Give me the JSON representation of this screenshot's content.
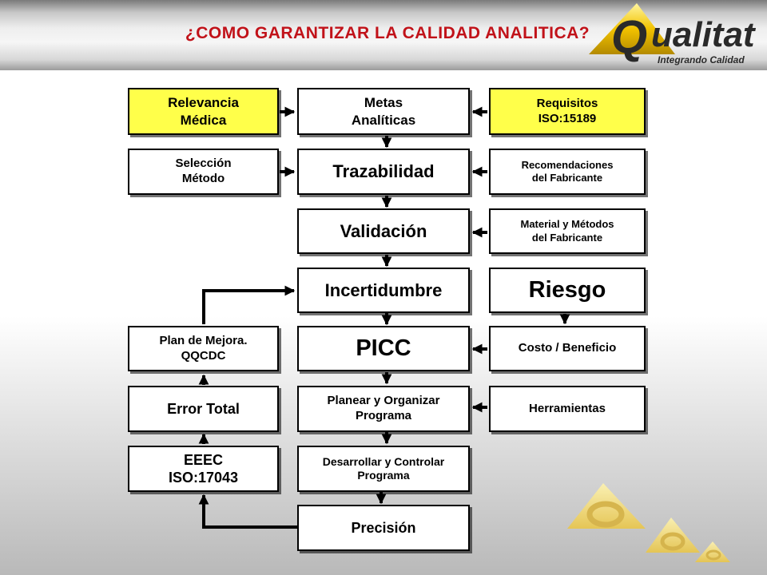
{
  "header": {
    "title": "¿COMO GARANTIZAR LA CALIDAD ANALITICA?",
    "logo_text": "ualitat",
    "logo_letter": "Q",
    "logo_tagline": "Integrando Calidad"
  },
  "diagram": {
    "relevancia": [
      "Relevancia",
      "Médica"
    ],
    "metas": [
      "Metas",
      "Analíticas"
    ],
    "requisitos": [
      "Requisitos",
      "ISO:15189"
    ],
    "seleccion": [
      "Selección",
      "Método"
    ],
    "trazabilidad": "Trazabilidad",
    "recomendaciones": [
      "Recomendaciones",
      "del Fabricante"
    ],
    "validacion": "Validación",
    "material": [
      "Material y Métodos",
      "del Fabricante"
    ],
    "incertidumbre": "Incertidumbre",
    "riesgo": "Riesgo",
    "plan": [
      "Plan de Mejora.",
      "QQCDC"
    ],
    "picc": "PICC",
    "costo": "Costo / Beneficio",
    "error_total": "Error Total",
    "planear": [
      "Planear y Organizar",
      "Programa"
    ],
    "herramientas": "Herramientas",
    "eeec": [
      "EEEC",
      "ISO:17043"
    ],
    "desarrollar": [
      "Desarrollar y Controlar",
      "Programa"
    ],
    "precision": "Precisión"
  },
  "colors": {
    "title_red": "#c11219",
    "highlight_yellow": "#ffff4a",
    "logo_gold": "#f2c200"
  }
}
